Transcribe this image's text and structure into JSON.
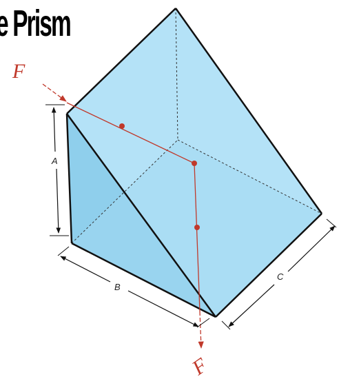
{
  "title": "e Prism",
  "labels": {
    "force_in": "F",
    "force_out": "F",
    "dim_a": "A",
    "dim_b": "B",
    "dim_c": "C"
  },
  "colors": {
    "prism_face": "#a9ddf5",
    "prism_side": "#8fcfec",
    "prism_top": "#bfe6f8",
    "edge": "#111111",
    "ray": "#c0392b"
  }
}
